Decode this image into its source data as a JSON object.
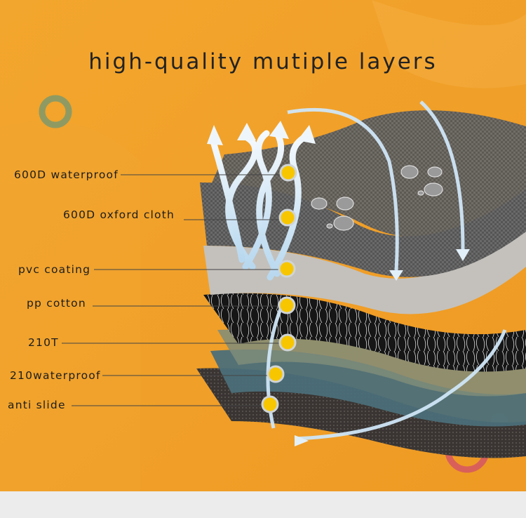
{
  "title": "high-quality mutiple layers",
  "layers": [
    {
      "label": "600D waterproof"
    },
    {
      "label": "600D oxford cloth"
    },
    {
      "label": "pvc coating"
    },
    {
      "label": "pp cotton"
    },
    {
      "label": "210T"
    },
    {
      "label": "210waterproof"
    },
    {
      "label": "anti slide"
    }
  ],
  "colors": {
    "background": "#f1a12a",
    "dot": "#f7c600",
    "ring_green": "#8f9a62",
    "ring_red": "#d9605a",
    "arrow": "#cfe6f7"
  }
}
